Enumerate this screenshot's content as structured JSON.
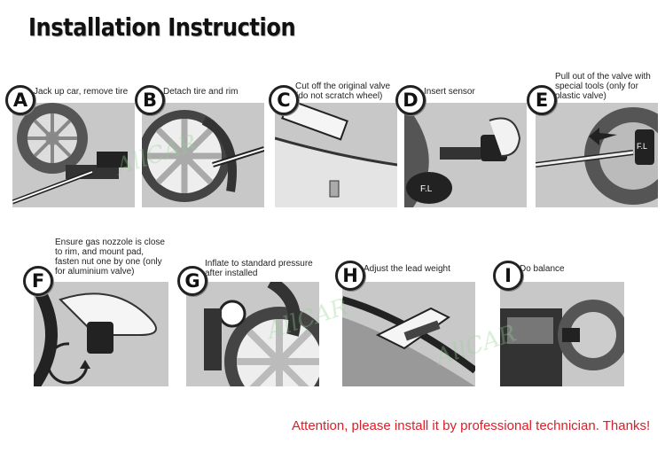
{
  "title": "Installation Instruction",
  "steps": [
    {
      "letter": "A",
      "text": "Jack up car, remove tire"
    },
    {
      "letter": "B",
      "text": "Detach tire and rim"
    },
    {
      "letter": "C",
      "text": "Cut off the original valve (do not scratch wheel)"
    },
    {
      "letter": "D",
      "text": "Insert sensor"
    },
    {
      "letter": "E",
      "text": "Pull out of the valve with special tools (only for plastic valve)"
    },
    {
      "letter": "F",
      "text": "Ensure gas nozzole is close to rim, and mount pad, fasten nut one by one (only for aluminium valve)"
    },
    {
      "letter": "G",
      "text": "Inflate to standard pressure after installed"
    },
    {
      "letter": "H",
      "text": "Adjust the lead weight"
    },
    {
      "letter": "I",
      "text": "Do balance"
    }
  ],
  "sensor_marking": "F.L",
  "watermark": "AllCAR",
  "attention": "Attention, please install it by professional technician. Thanks!",
  "colors": {
    "attention": "#d8212a",
    "panel_bg": "#c8c8c8"
  }
}
